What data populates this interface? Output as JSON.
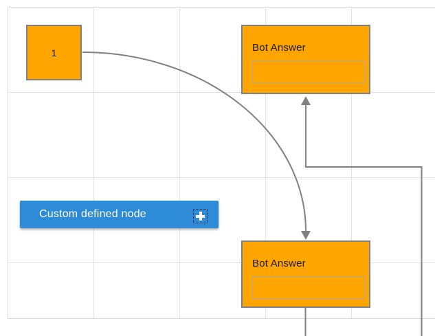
{
  "diagram": {
    "nodes": {
      "start_node": {
        "label": "1",
        "shape": "square"
      },
      "bot_answer_top": {
        "title": "Bot Answer",
        "input_value": ""
      },
      "bot_answer_bottom": {
        "title": "Bot Answer",
        "input_value": ""
      },
      "custom_node": {
        "label": "Custom defined node",
        "icon": "plus-icon"
      }
    },
    "links": [
      {
        "name": "curved-link",
        "description": "curved arrow from node 1 down into bottom Bot Answer node"
      },
      {
        "name": "orthogonal-link",
        "description": "right-angle arrow from bottom edge up into top Bot Answer node"
      },
      {
        "name": "straight-link",
        "description": "vertical line from bottom Bot Answer node to bottom edge"
      }
    ],
    "colors": {
      "node_fill": "#FFA500",
      "node_border": "#808080",
      "node_text": "#1C1C1C",
      "field_border": "#A9A9A9",
      "link_stroke": "#808080",
      "button_fill": "#2E8BD8",
      "button_text": "#FFFFFF",
      "grid_line": "#E2E2E2",
      "paper_border": "#D9D9D9",
      "background": "#FFFFFF"
    }
  }
}
